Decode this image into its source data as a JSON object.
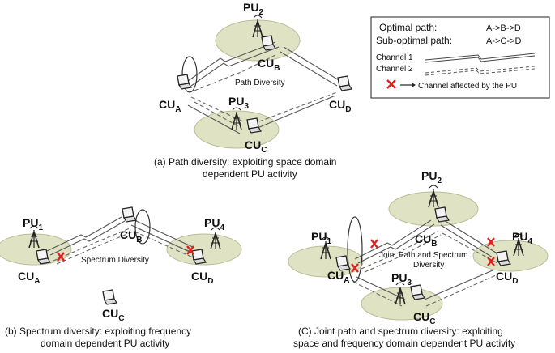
{
  "legend": {
    "optimal_label": "Optimal path:",
    "optimal_value": "A->B->D",
    "suboptimal_label": "Sub-optimal path:",
    "suboptimal_value": "A->C->D",
    "channel1": "Channel 1",
    "channel2": "Channel 2",
    "affected": "Channel affected by the PU"
  },
  "panel_a": {
    "nodes": {
      "pu2_base": "PU",
      "pu2_sub": "2",
      "cub_base": "CU",
      "cub_sub": "B",
      "cua_base": "CU",
      "cua_sub": "A",
      "pu3_base": "PU",
      "pu3_sub": "3",
      "cud_base": "CU",
      "cud_sub": "D",
      "cuc_base": "CU",
      "cuc_sub": "C"
    },
    "annotation": "Path Diversity",
    "caption_line1": "(a) Path diversity: exploiting space domain",
    "caption_line2": "dependent PU activity"
  },
  "panel_b": {
    "nodes": {
      "pu1_base": "PU",
      "pu1_sub": "1",
      "cub_base": "CU",
      "cub_sub": "B",
      "pu4_base": "PU",
      "pu4_sub": "4",
      "cua_base": "CU",
      "cua_sub": "A",
      "cud_base": "CU",
      "cud_sub": "D",
      "cuc_base": "CU",
      "cuc_sub": "C"
    },
    "annotation": "Spectrum Diversity",
    "caption_line1": "(b) Spectrum diversity: exploiting frequency",
    "caption_line2": "domain dependent PU activity"
  },
  "panel_c": {
    "nodes": {
      "pu2_base": "PU",
      "pu2_sub": "2",
      "pu1_base": "PU",
      "pu1_sub": "1",
      "cub_base": "CU",
      "cub_sub": "B",
      "pu4_base": "PU",
      "pu4_sub": "4",
      "cua_base": "CU",
      "cua_sub": "A",
      "pu3_base": "PU",
      "pu3_sub": "3",
      "cud_base": "CU",
      "cud_sub": "D",
      "cuc_base": "CU",
      "cuc_sub": "C"
    },
    "annotation_line1": "Joint Path and Spectrum",
    "annotation_line2": "Diversity",
    "caption_line1": "(C) Joint path and spectrum diversity: exploiting",
    "caption_line2": "space and frequency domain dependent PU activity"
  },
  "colors": {
    "pu_zone": "#dfe3c4",
    "pu_zone_stroke": "#b9bd96",
    "affected": "#e0201c",
    "link": "#555555"
  }
}
